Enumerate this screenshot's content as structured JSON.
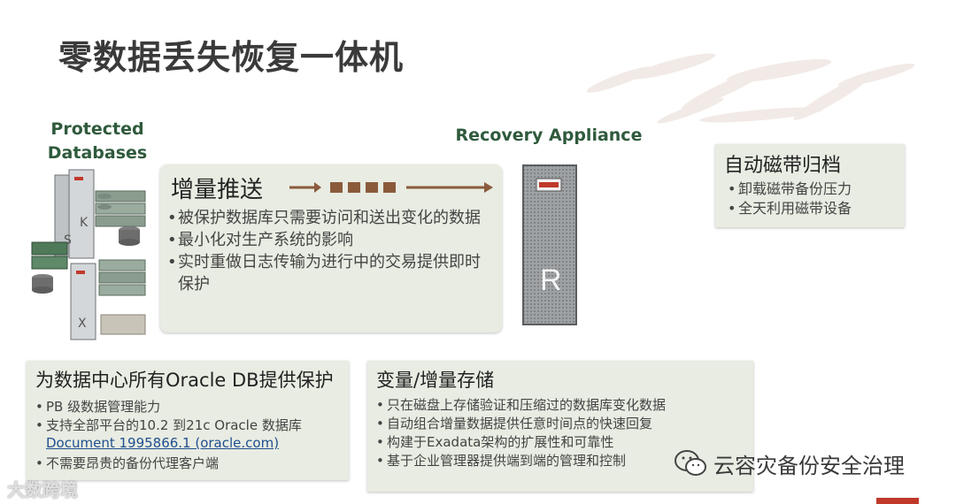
{
  "title": "零数据丢失恢复一体机",
  "protected_label_line1": "Protected",
  "protected_label_line2": "Databases",
  "recovery_label": "Recovery Appliance",
  "push_panel": {
    "heading": "增量推送",
    "items": [
      "被保护数据库只需要访问和送出变化的数据",
      "最小化对生产系统的影响",
      "实时重做日志传输为进行中的交易提供即时保护"
    ]
  },
  "tape_panel": {
    "heading": "自动磁带归档",
    "items": [
      "卸载磁带备份压力",
      "全天利用磁带设备"
    ]
  },
  "protect_panel": {
    "heading": "为数据中心所有Oracle DB提供保护",
    "items": [
      "PB 级数据管理能力",
      "支持全部平台的10.2 到21c Oracle 数据库"
    ],
    "link": "Document 1995866.1 (oracle.com)",
    "last_item": "不需要昂贵的备份代理客户端"
  },
  "store_panel": {
    "heading": "变量/增量存储",
    "items": [
      "只在磁盘上存储验证和压缩过的数据库变化数据",
      "自动组合增量数据提供任意时间点的快速回复",
      "构建于Exadata架构的扩展性和可靠性",
      "基于企业管理器提供端到端的管理和控制"
    ]
  },
  "server_letters": [
    "S",
    "X"
  ],
  "appliance_letter": "R",
  "watermark_left": "大数跨境",
  "watermark_right": "云容灾备份安全治理",
  "colors": {
    "panel": "#e8ece2",
    "accent_brown": "#8b5a3c",
    "label_green": "#2f5a3c",
    "oracle_red": "#c0392b"
  }
}
